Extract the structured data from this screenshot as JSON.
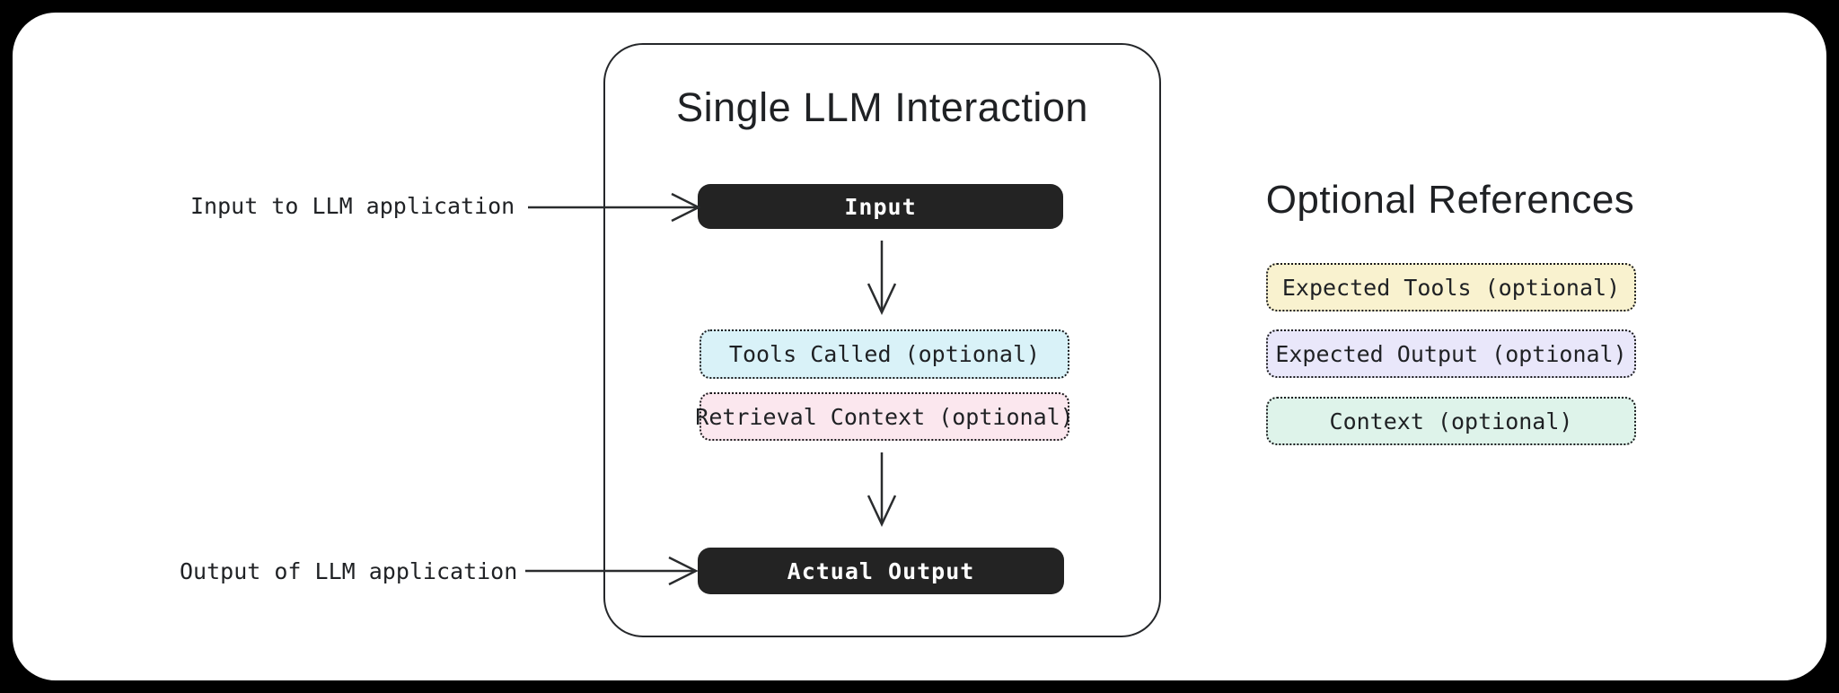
{
  "page": {
    "outer_bg": "#000000",
    "card_bg": "#ffffff",
    "text_color": "#1f2124",
    "line_color": "#2a2c2e"
  },
  "interaction_panel": {
    "title": "Single LLM Interaction",
    "input_node": {
      "label": "Input",
      "bg": "#232323",
      "text_color": "#ffffff"
    },
    "tools_node": {
      "label": "Tools Called (optional)",
      "bg": "#d9f2f8"
    },
    "retrieval_node": {
      "label": "Retrieval Context (optional)",
      "bg": "#fbe7ee"
    },
    "output_node": {
      "label": "Actual Output",
      "bg": "#232323",
      "text_color": "#ffffff"
    }
  },
  "annotations": {
    "input_label": "Input to LLM application",
    "output_label": "Output of LLM application"
  },
  "references_panel": {
    "title": "Optional References",
    "items": [
      {
        "label": "Expected Tools (optional)",
        "bg": "#f9f2cf"
      },
      {
        "label": "Expected Output (optional)",
        "bg": "#e9e7fa"
      },
      {
        "label": "Context (optional)",
        "bg": "#def3ea"
      }
    ]
  }
}
